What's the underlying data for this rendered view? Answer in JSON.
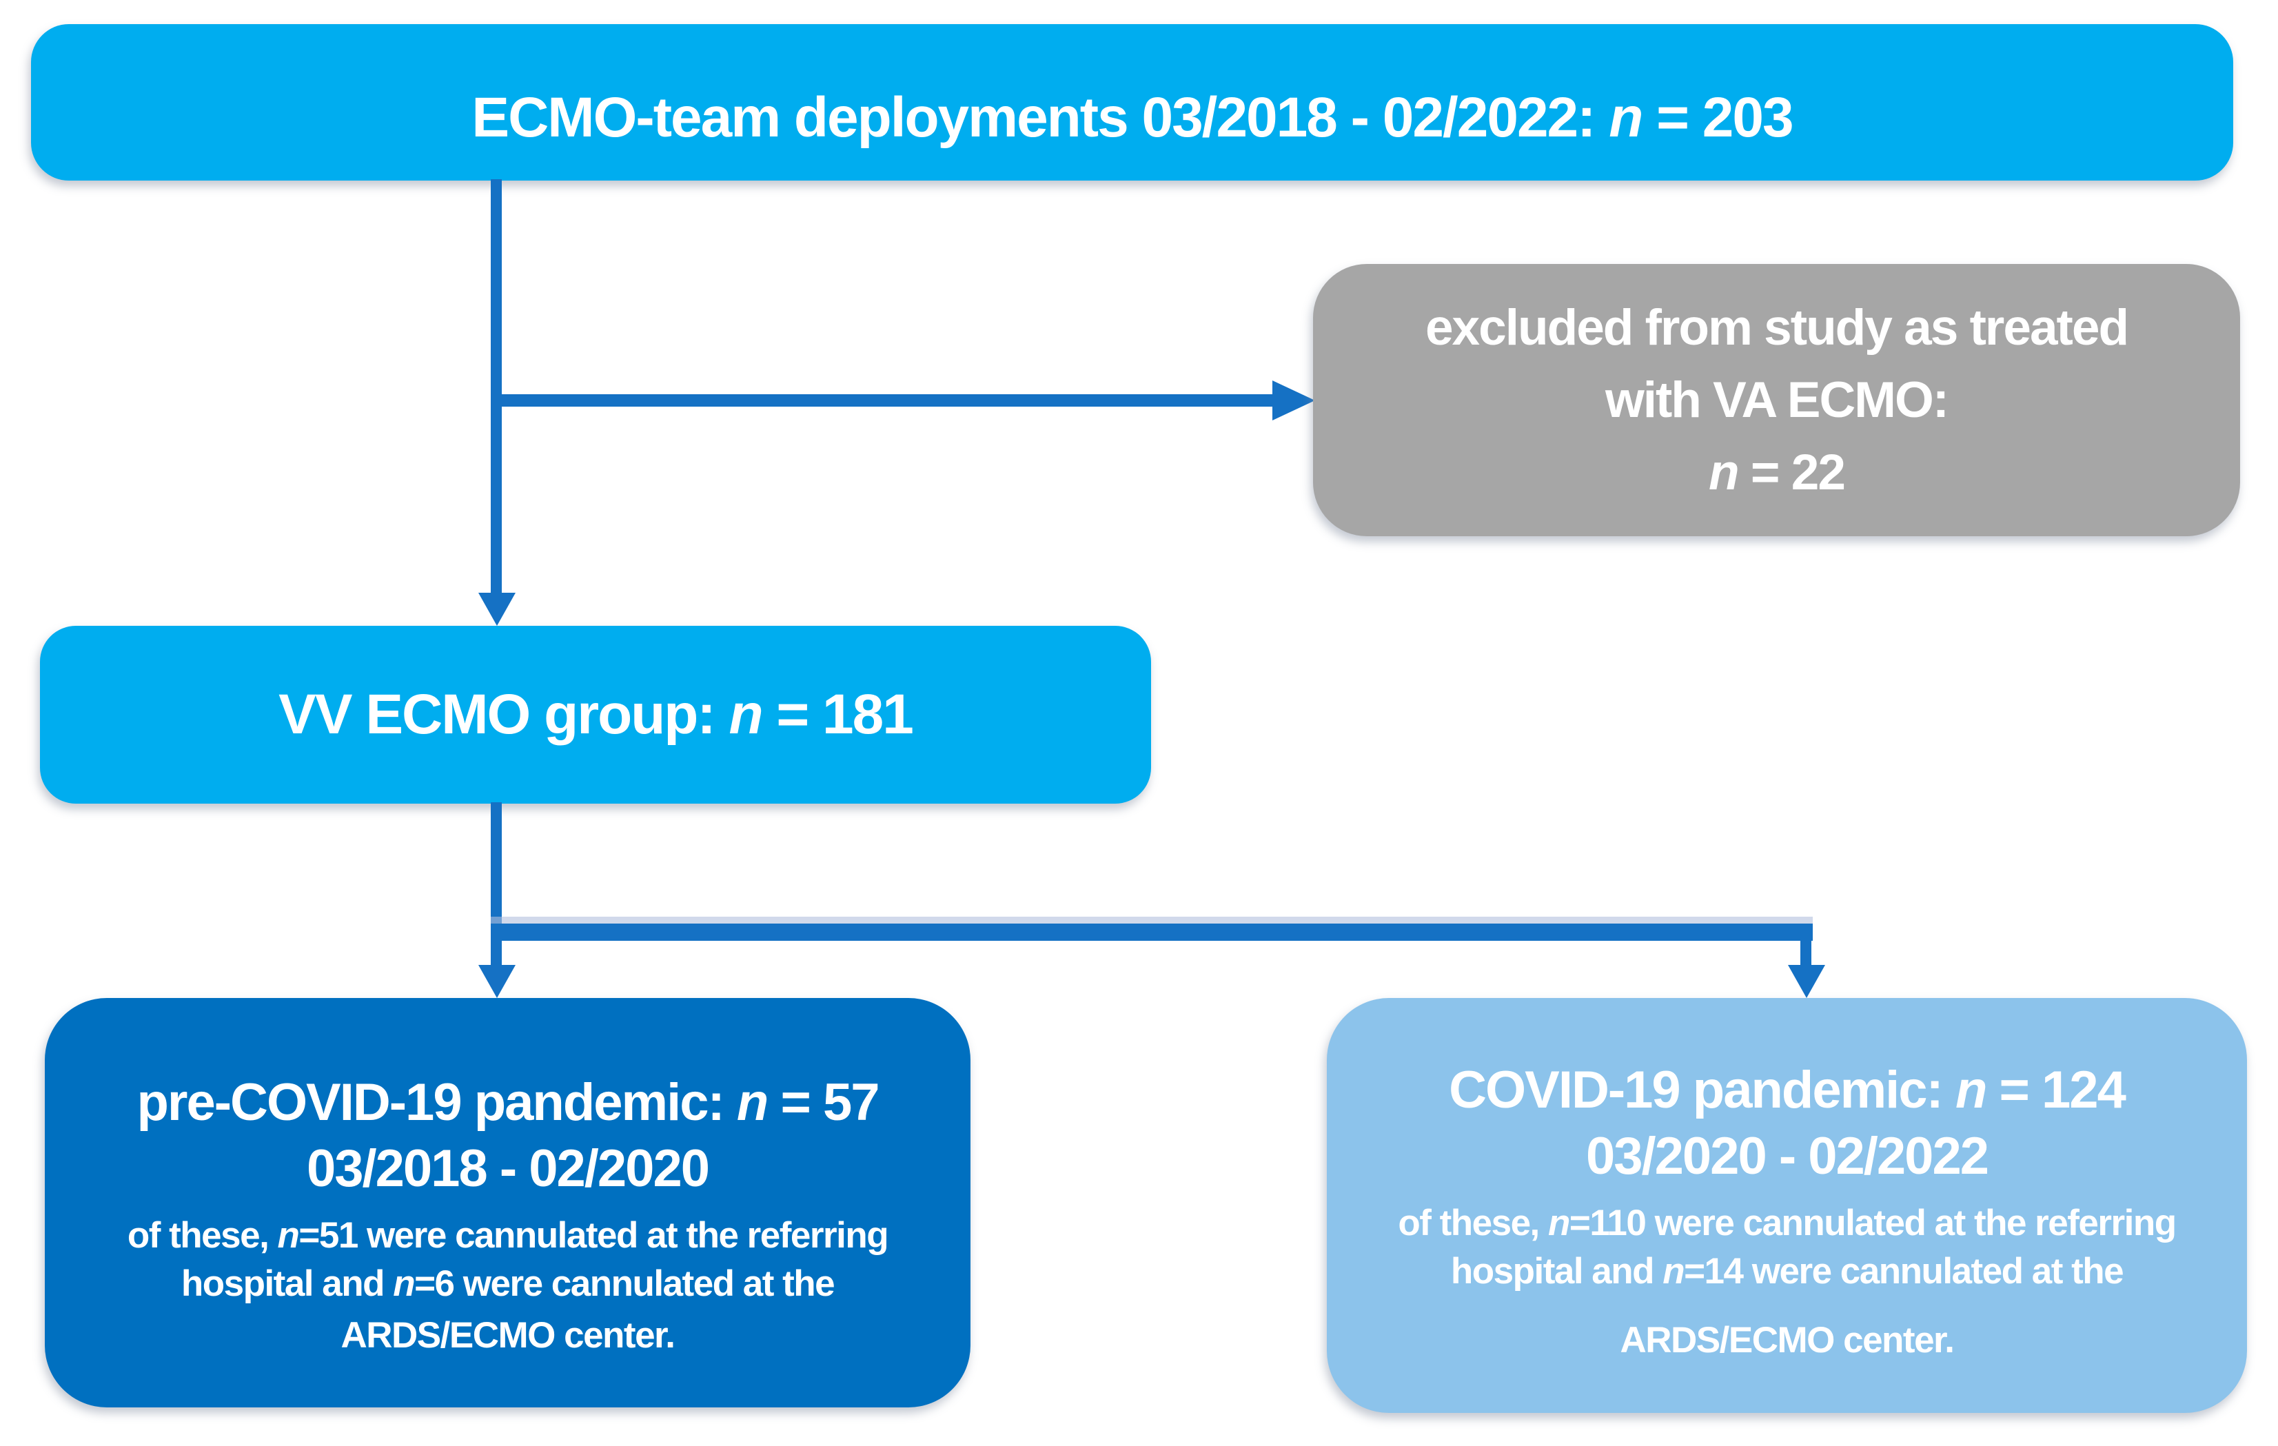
{
  "diagram": {
    "colors": {
      "bright_blue": "#00ADEF",
      "dark_blue": "#0070C0",
      "light_blue": "#8CC3EB",
      "gray": "#A6A6A6",
      "arrow_blue": "#1571C4",
      "text_white": "#FFFFFF"
    },
    "top_box": {
      "line": [
        {
          "t": "ECMO-team deployments 03/2018 - 02/2022: "
        },
        {
          "t": "n",
          "i": true
        },
        {
          "t": " = 203"
        }
      ]
    },
    "excluded_box": {
      "lines": [
        [
          {
            "t": "excluded from study as treated"
          }
        ],
        [
          {
            "t": "with VA ECMO:"
          }
        ],
        [
          {
            "t": "n",
            "i": true
          },
          {
            "t": " = 22"
          }
        ]
      ]
    },
    "vv_box": {
      "line": [
        {
          "t": "VV ECMO group: "
        },
        {
          "t": "n",
          "i": true
        },
        {
          "t": " = 181"
        }
      ]
    },
    "pre_covid_box": {
      "heading": [
        [
          {
            "t": "pre-COVID-19 pandemic: "
          },
          {
            "t": "n",
            "i": true
          },
          {
            "t": " = 57"
          }
        ],
        [
          {
            "t": "03/2018 - 02/2020"
          }
        ]
      ],
      "detail": [
        [
          {
            "t": "of these, "
          },
          {
            "t": "n",
            "i": true
          },
          {
            "t": "=51 were cannulated at the referring"
          }
        ],
        [
          {
            "t": "hospital and "
          },
          {
            "t": "n",
            "i": true
          },
          {
            "t": "=6 were cannulated at the"
          }
        ],
        [
          {
            "t": "ARDS/ECMO center."
          }
        ]
      ]
    },
    "covid_box": {
      "heading": [
        [
          {
            "t": "COVID-19 pandemic: "
          },
          {
            "t": "n",
            "i": true
          },
          {
            "t": " = 124"
          }
        ],
        [
          {
            "t": "03/2020 - 02/2022"
          }
        ]
      ],
      "detail": [
        [
          {
            "t": "of these, "
          },
          {
            "t": "n",
            "i": true
          },
          {
            "t": "=110 were cannulated at the referring"
          }
        ],
        [
          {
            "t": "hospital and "
          },
          {
            "t": "n",
            "i": true
          },
          {
            "t": "=14 were cannulated at the"
          }
        ],
        [
          {
            "t": "ARDS/ECMO center."
          }
        ]
      ]
    }
  }
}
